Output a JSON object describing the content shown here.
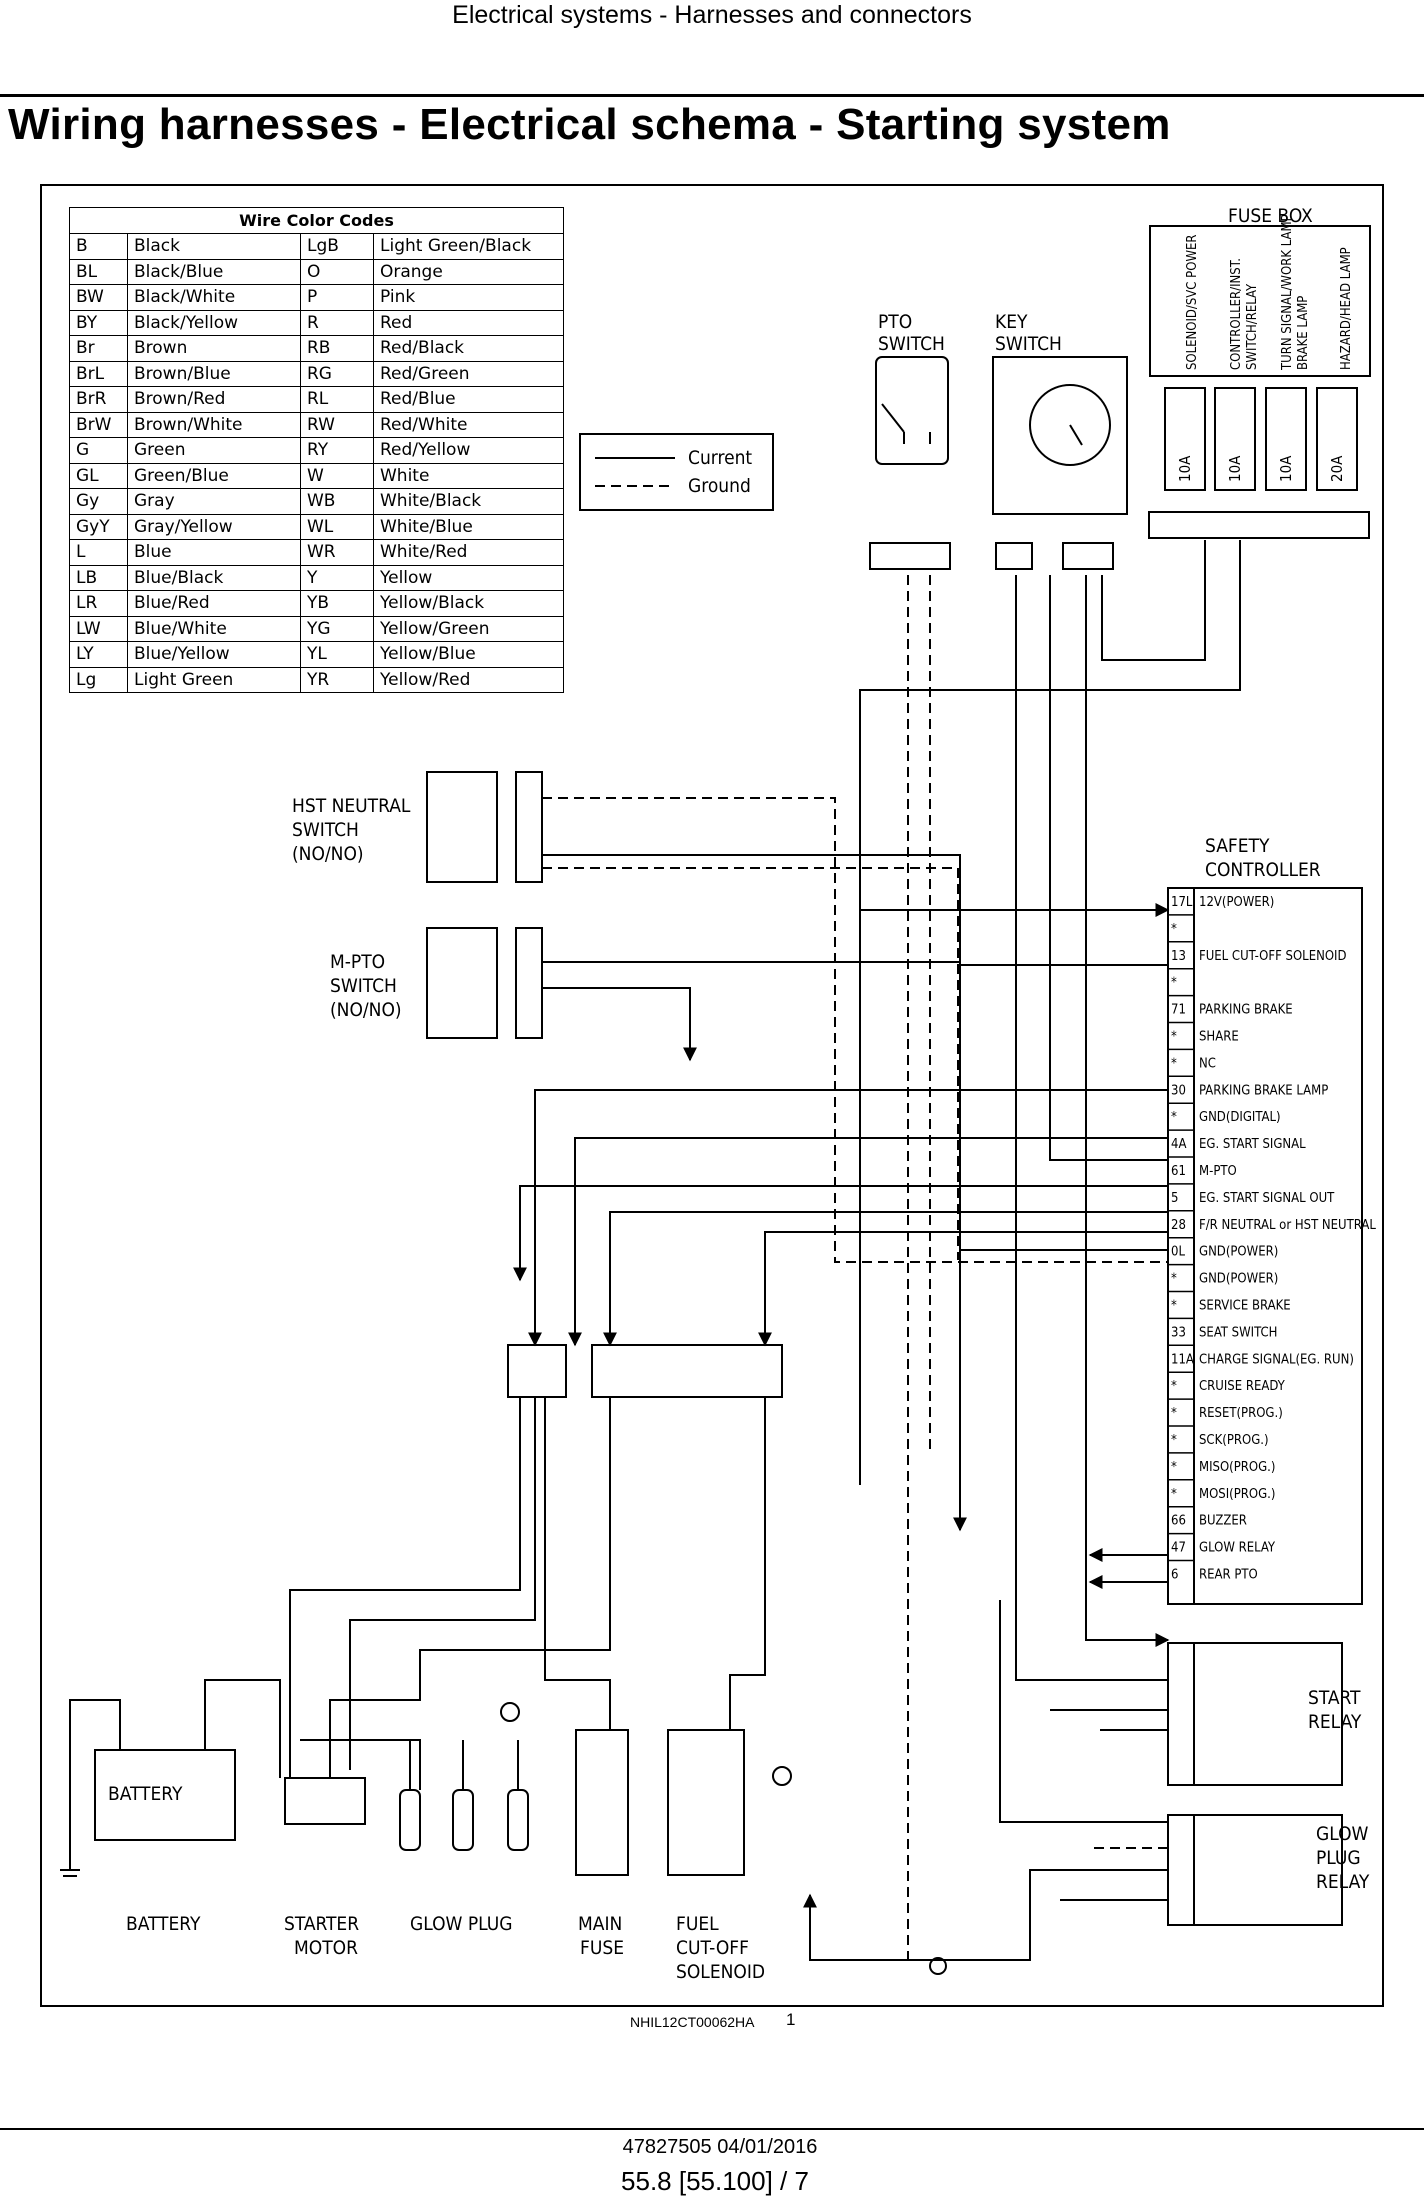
{
  "header": "Electrical systems - Harnesses and connectors",
  "title": "Wiring harnesses - Electrical schema - Starting system",
  "wire_codes": {
    "heading": "Wire Color Codes",
    "rows": [
      [
        "B",
        "Black",
        "LgB",
        "Light Green/Black"
      ],
      [
        "BL",
        "Black/Blue",
        "O",
        "Orange"
      ],
      [
        "BW",
        "Black/White",
        "P",
        "Pink"
      ],
      [
        "BY",
        "Black/Yellow",
        "R",
        "Red"
      ],
      [
        "Br",
        "Brown",
        "RB",
        "Red/Black"
      ],
      [
        "BrL",
        "Brown/Blue",
        "RG",
        "Red/Green"
      ],
      [
        "BrR",
        "Brown/Red",
        "RL",
        "Red/Blue"
      ],
      [
        "BrW",
        "Brown/White",
        "RW",
        "Red/White"
      ],
      [
        "G",
        "Green",
        "RY",
        "Red/Yellow"
      ],
      [
        "GL",
        "Green/Blue",
        "W",
        "White"
      ],
      [
        "Gy",
        "Gray",
        "WB",
        "White/Black"
      ],
      [
        "GyY",
        "Gray/Yellow",
        "WL",
        "White/Blue"
      ],
      [
        "L",
        "Blue",
        "WR",
        "White/Red"
      ],
      [
        "LB",
        "Blue/Black",
        "Y",
        "Yellow"
      ],
      [
        "LR",
        "Blue/Red",
        "YB",
        "Yellow/Black"
      ],
      [
        "LW",
        "Blue/White",
        "YG",
        "Yellow/Green"
      ],
      [
        "LY",
        "Blue/Yellow",
        "YL",
        "Yellow/Blue"
      ],
      [
        "Lg",
        "Light Green",
        "YR",
        "Yellow/Red"
      ]
    ]
  },
  "legend": {
    "current": "Current",
    "ground": "Ground"
  },
  "labels": {
    "pto_switch": [
      "PTO",
      "SWITCH"
    ],
    "key_switch": [
      "KEY",
      "SWITCH"
    ],
    "fuse_box": "FUSE BOX",
    "fuses": [
      "SOLENOID/SVC POWER",
      "CONTROLLER/INST.",
      "SWITCH/RELAY",
      "TURN SIGNAL/WORK LAMP",
      "BRAKE LAMP",
      "HAZARD/HEAD LAMP"
    ],
    "fuse_amps": [
      "10A",
      "10A",
      "10A",
      "20A"
    ],
    "hst": [
      "HST NEUTRAL",
      "SWITCH",
      "(NO/NO)"
    ],
    "mpto": [
      "M-PTO",
      "SWITCH",
      "(NO/NO)"
    ],
    "safety": [
      "SAFETY",
      "CONTROLLER"
    ],
    "start_relay": [
      "START",
      "RELAY"
    ],
    "glow_relay": [
      "GLOW",
      "PLUG",
      "RELAY"
    ],
    "battery_word": "BATTERY",
    "bottom": [
      "BATTERY",
      "STARTER",
      "MOTOR",
      "GLOW PLUG",
      "MAIN",
      "FUSE",
      "FUEL",
      "CUT-OFF",
      "SOLENOID"
    ]
  },
  "safety_pins": [
    [
      "17L",
      "12V(POWER)"
    ],
    [
      "*",
      ""
    ],
    [
      "13",
      "FUEL CUT-OFF SOLENOID"
    ],
    [
      "*",
      ""
    ],
    [
      "71",
      "PARKING BRAKE"
    ],
    [
      "*",
      "SHARE"
    ],
    [
      "*",
      "NC"
    ],
    [
      "30",
      "PARKING BRAKE LAMP"
    ],
    [
      "*",
      "GND(DIGITAL)"
    ],
    [
      "4A",
      "EG. START SIGNAL"
    ],
    [
      "61",
      "M-PTO"
    ],
    [
      "5",
      "EG. START SIGNAL OUT"
    ],
    [
      "28",
      "F/R NEUTRAL or HST NEUTRAL"
    ],
    [
      "0L",
      "GND(POWER)"
    ],
    [
      "*",
      "GND(POWER)"
    ],
    [
      "*",
      "SERVICE BRAKE"
    ],
    [
      "33",
      "SEAT SWITCH"
    ],
    [
      "11A",
      "CHARGE SIGNAL(EG. RUN)"
    ],
    [
      "*",
      "CRUISE READY"
    ],
    [
      "*",
      "RESET(PROG.)"
    ],
    [
      "*",
      "SCK(PROG.)"
    ],
    [
      "*",
      "MISO(PROG.)"
    ],
    [
      "*",
      "MOSI(PROG.)"
    ],
    [
      "66",
      "BUZZER"
    ],
    [
      "47",
      "GLOW RELAY"
    ],
    [
      "6",
      "REAR PTO"
    ]
  ],
  "figure_id": "NHIL12CT00062HA",
  "figure_no": "1",
  "footer_doc": "47827505 04/01/2016",
  "footer_page": "55.8 [55.100] / 7"
}
